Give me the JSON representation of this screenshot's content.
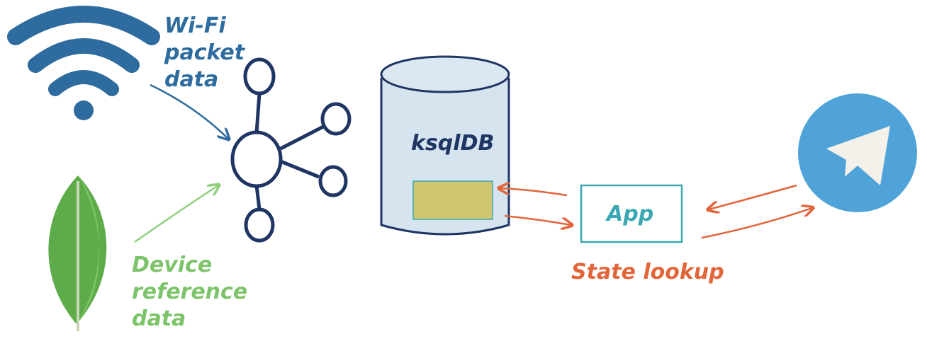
{
  "labels": {
    "wifi_line1": "Wi-Fi",
    "wifi_line2": "packet",
    "wifi_line3": "data",
    "device_line1": "Device",
    "device_line2": "reference",
    "device_line3": "data",
    "database": "ksqlDB",
    "app": "App",
    "state_lookup": "State lookup"
  },
  "icons": {
    "wifi": "wifi-icon",
    "mongodb": "mongodb-leaf-icon",
    "kafka": "kafka-icon",
    "telegram": "telegram-icon"
  },
  "colors": {
    "wifi_blue": "#2e6b9e",
    "device_green": "#7cc36a",
    "kafka_navy": "#1f3563",
    "app_teal": "#3aa8b4",
    "lookup_orange": "#e2653a",
    "telegram_blue": "#4fa3d8"
  }
}
